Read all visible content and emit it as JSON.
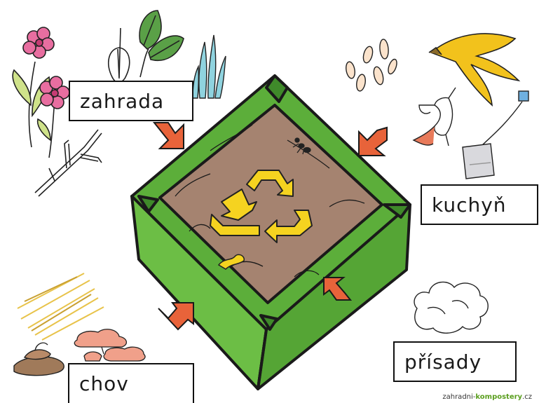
{
  "labels": {
    "garden": "zahrada",
    "kitchen": "kuchyň",
    "additives": "přísady",
    "animals": "chov"
  },
  "credit": {
    "prefix": "zahradni-",
    "brand": "kompostery",
    "suffix": ".cz"
  },
  "colors": {
    "compost_green": "#5cae3a",
    "compost_green_dark": "#3f8a2a",
    "soil_brown": "#a58370",
    "arrow_orange": "#e8633a",
    "recycle_yellow": "#f5d320",
    "banana_yellow": "#f2c21c",
    "flower_pink": "#e86ea0",
    "grass_teal": "#8fd3df",
    "manure_brown": "#a07a5a",
    "straw_yellow": "#e8c34a"
  },
  "icons": [
    "recycle-icon",
    "flower-icon",
    "leaf-icon",
    "grass-icon",
    "branch-icon",
    "banana-peel-icon",
    "apple-core-icon",
    "tea-bag-icon",
    "peanut-shells-icon",
    "cotton-wool-icon",
    "straw-icon",
    "manure-icon",
    "fungi-icon",
    "worm-icon",
    "ant-icon"
  ]
}
